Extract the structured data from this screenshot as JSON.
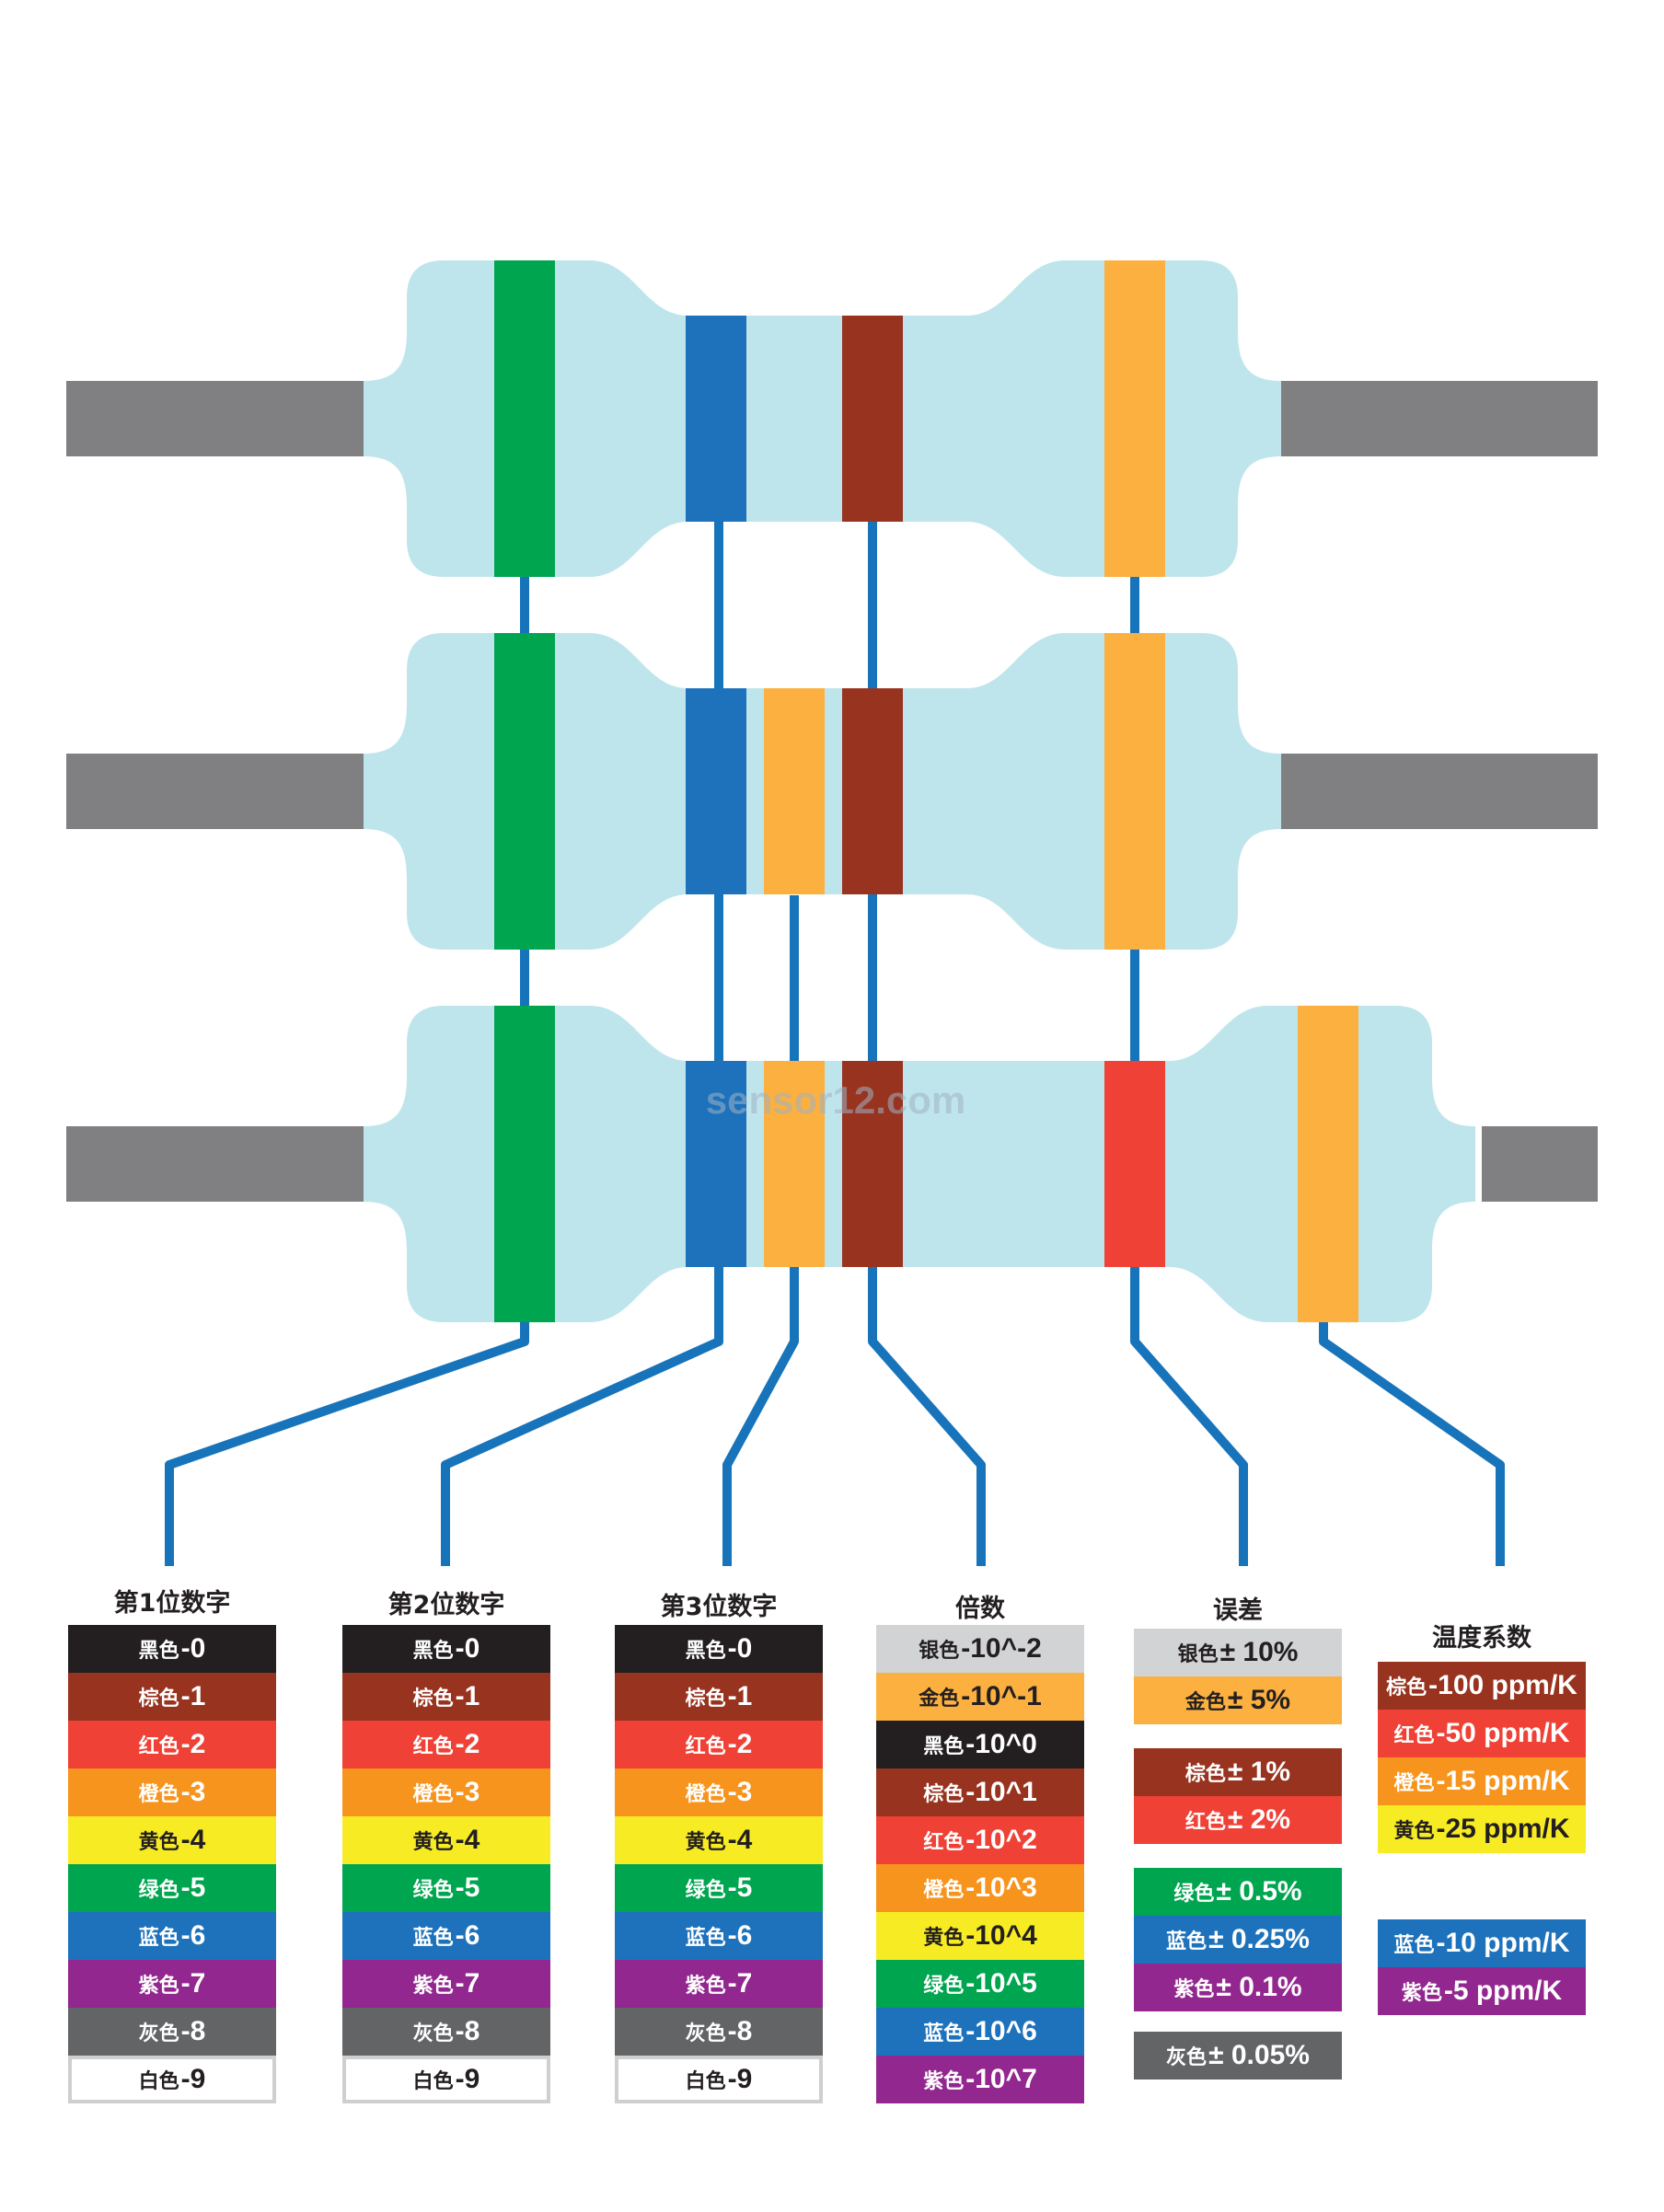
{
  "watermark": "sensor12.com",
  "colors": {
    "body": "#bfe5ec",
    "lead": "#808083",
    "connector": "#1874ba",
    "band_green": "#00a54f",
    "band_blue": "#1d72bb",
    "band_orange": "#fbb040",
    "band_brown": "#98331f",
    "band_red": "#ef4136"
  },
  "columns": [
    {
      "title": "第1位数字",
      "rows": [
        {
          "name": "黑色",
          "value": "-0",
          "bg": "#231f20",
          "fg": "#ffffff"
        },
        {
          "name": "棕色",
          "value": "-1",
          "bg": "#98331f",
          "fg": "#ffffff"
        },
        {
          "name": "红色",
          "value": "-2",
          "bg": "#ef4136",
          "fg": "#ffffff"
        },
        {
          "name": "橙色",
          "value": "-3",
          "bg": "#f7941d",
          "fg": "#ffffff"
        },
        {
          "name": "黄色",
          "value": "-4",
          "bg": "#f7ec23",
          "fg": "#231f20"
        },
        {
          "name": "绿色",
          "value": "-5",
          "bg": "#00a54f",
          "fg": "#ffffff"
        },
        {
          "name": "蓝色",
          "value": "-6",
          "bg": "#1d72bb",
          "fg": "#ffffff"
        },
        {
          "name": "紫色",
          "value": "-7",
          "bg": "#92278f",
          "fg": "#ffffff"
        },
        {
          "name": "灰色",
          "value": "-8",
          "bg": "#636466",
          "fg": "#ffffff"
        },
        {
          "name": "白色",
          "value": "-9",
          "bg": "#ffffff",
          "fg": "#231f20"
        }
      ]
    },
    {
      "title": "第2位数字",
      "rows": [
        {
          "name": "黑色",
          "value": "-0",
          "bg": "#231f20",
          "fg": "#ffffff"
        },
        {
          "name": "棕色",
          "value": "-1",
          "bg": "#98331f",
          "fg": "#ffffff"
        },
        {
          "name": "红色",
          "value": "-2",
          "bg": "#ef4136",
          "fg": "#ffffff"
        },
        {
          "name": "橙色",
          "value": "-3",
          "bg": "#f7941d",
          "fg": "#ffffff"
        },
        {
          "name": "黄色",
          "value": "-4",
          "bg": "#f7ec23",
          "fg": "#231f20"
        },
        {
          "name": "绿色",
          "value": "-5",
          "bg": "#00a54f",
          "fg": "#ffffff"
        },
        {
          "name": "蓝色",
          "value": "-6",
          "bg": "#1d72bb",
          "fg": "#ffffff"
        },
        {
          "name": "紫色",
          "value": "-7",
          "bg": "#92278f",
          "fg": "#ffffff"
        },
        {
          "name": "灰色",
          "value": "-8",
          "bg": "#636466",
          "fg": "#ffffff"
        },
        {
          "name": "白色",
          "value": "-9",
          "bg": "#ffffff",
          "fg": "#231f20"
        }
      ]
    },
    {
      "title": "第3位数字",
      "rows": [
        {
          "name": "黑色",
          "value": "-0",
          "bg": "#231f20",
          "fg": "#ffffff"
        },
        {
          "name": "棕色",
          "value": "-1",
          "bg": "#98331f",
          "fg": "#ffffff"
        },
        {
          "name": "红色",
          "value": "-2",
          "bg": "#ef4136",
          "fg": "#ffffff"
        },
        {
          "name": "橙色",
          "value": "-3",
          "bg": "#f7941d",
          "fg": "#ffffff"
        },
        {
          "name": "黄色",
          "value": "-4",
          "bg": "#f7ec23",
          "fg": "#231f20"
        },
        {
          "name": "绿色",
          "value": "-5",
          "bg": "#00a54f",
          "fg": "#ffffff"
        },
        {
          "name": "蓝色",
          "value": "-6",
          "bg": "#1d72bb",
          "fg": "#ffffff"
        },
        {
          "name": "紫色",
          "value": "-7",
          "bg": "#92278f",
          "fg": "#ffffff"
        },
        {
          "name": "灰色",
          "value": "-8",
          "bg": "#636466",
          "fg": "#ffffff"
        },
        {
          "name": "白色",
          "value": "-9",
          "bg": "#ffffff",
          "fg": "#231f20"
        }
      ]
    },
    {
      "title": "倍数",
      "rows": [
        {
          "name": "银色",
          "value": "-10^-2",
          "bg": "#d1d3d4",
          "fg": "#231f20"
        },
        {
          "name": "金色",
          "value": "-10^-1",
          "bg": "#fbb040",
          "fg": "#231f20"
        },
        {
          "name": "黑色",
          "value": "-10^0",
          "bg": "#231f20",
          "fg": "#ffffff"
        },
        {
          "name": "棕色",
          "value": "-10^1",
          "bg": "#98331f",
          "fg": "#ffffff"
        },
        {
          "name": "红色",
          "value": "-10^2",
          "bg": "#ef4136",
          "fg": "#ffffff"
        },
        {
          "name": "橙色",
          "value": "-10^3",
          "bg": "#f7941d",
          "fg": "#ffffff"
        },
        {
          "name": "黄色",
          "value": "-10^4",
          "bg": "#f7ec23",
          "fg": "#231f20"
        },
        {
          "name": "绿色",
          "value": "-10^5",
          "bg": "#00a54f",
          "fg": "#ffffff"
        },
        {
          "name": "蓝色",
          "value": "-10^6",
          "bg": "#1d72bb",
          "fg": "#ffffff"
        },
        {
          "name": "紫色",
          "value": "-10^7",
          "bg": "#92278f",
          "fg": "#ffffff"
        }
      ]
    },
    {
      "title": "误差",
      "rows": [
        {
          "name": "银色",
          "value": "± 10%",
          "bg": "#d1d3d4",
          "fg": "#231f20"
        },
        {
          "name": "金色",
          "value": "± 5%",
          "bg": "#fbb040",
          "fg": "#231f20"
        },
        {
          "name": "棕色",
          "value": "± 1%",
          "bg": "#98331f",
          "fg": "#ffffff"
        },
        {
          "name": "红色",
          "value": "± 2%",
          "bg": "#ef4136",
          "fg": "#ffffff"
        },
        {
          "name": "绿色",
          "value": "± 0.5%",
          "bg": "#00a54f",
          "fg": "#ffffff"
        },
        {
          "name": "蓝色",
          "value": "± 0.25%",
          "bg": "#1d72bb",
          "fg": "#ffffff"
        },
        {
          "name": "紫色",
          "value": "± 0.1%",
          "bg": "#92278f",
          "fg": "#ffffff"
        },
        {
          "name": "灰色",
          "value": "± 0.05%",
          "bg": "#636466",
          "fg": "#ffffff"
        }
      ]
    },
    {
      "title": "温度系数",
      "rows": [
        {
          "name": "棕色",
          "value": "-100 ppm/K",
          "bg": "#98331f",
          "fg": "#ffffff"
        },
        {
          "name": "红色",
          "value": "-50 ppm/K",
          "bg": "#ef4136",
          "fg": "#ffffff"
        },
        {
          "name": "橙色",
          "value": "-15 ppm/K",
          "bg": "#f7941d",
          "fg": "#ffffff"
        },
        {
          "name": "黄色",
          "value": "-25 ppm/K",
          "bg": "#f7ec23",
          "fg": "#231f20"
        },
        {
          "name": "蓝色",
          "value": "-10 ppm/K",
          "bg": "#1d72bb",
          "fg": "#ffffff"
        },
        {
          "name": "紫色",
          "value": "-5 ppm/K",
          "bg": "#92278f",
          "fg": "#ffffff"
        }
      ]
    }
  ]
}
